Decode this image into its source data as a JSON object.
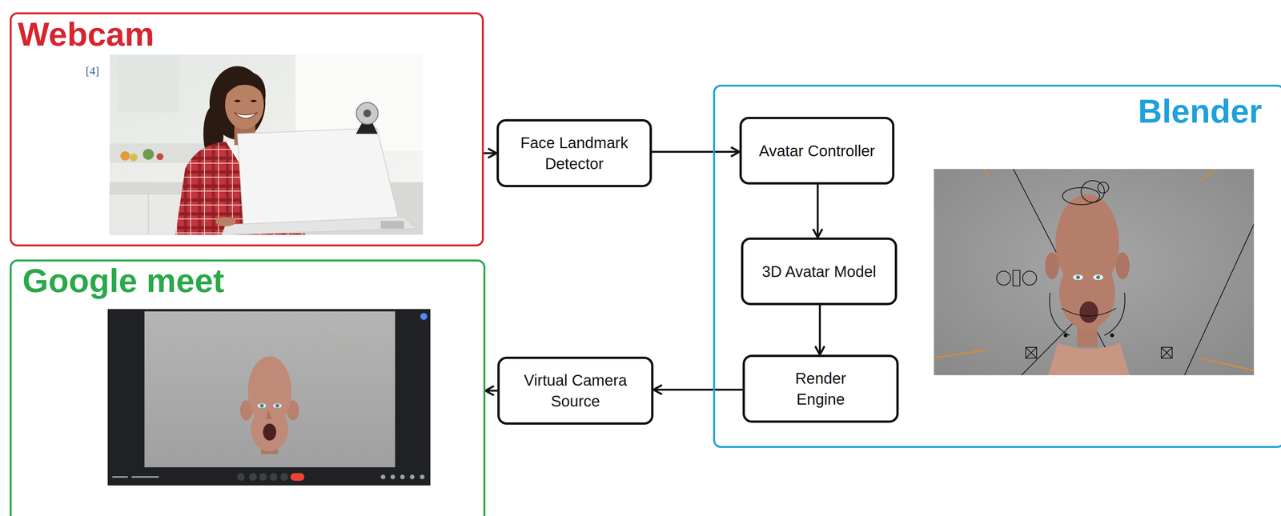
{
  "diagram": {
    "nodes": [
      {
        "text": [
          "Webcam"
        ]
      },
      {
        "text": [
          "Face Landmark Detector"
        ]
      },
      {
        "text": [
          "Blender"
        ]
      },
      {
        "text": [
          "Avatar Controller"
        ],
        "in": 2
      },
      {
        "text": [
          "3D Avatar Model"
        ],
        "in": 2
      },
      {
        "text": [
          "Render Engine"
        ],
        "in": 2
      },
      {
        "text": [
          "Virtual Camera Source"
        ]
      },
      {
        "text": [
          "Google meet"
        ]
      }
    ],
    "edges": [
      {
        "from": 0,
        "to": 1,
        "arrow": "to"
      },
      {
        "from": 1,
        "to": 3,
        "arrow": "to"
      },
      {
        "from": 3,
        "to": 4,
        "arrow": "to"
      },
      {
        "from": 4,
        "to": 5,
        "arrow": "to"
      },
      {
        "from": 5,
        "to": 6,
        "arrow": "to"
      },
      {
        "from": 6,
        "to": 7,
        "arrow": "to"
      }
    ],
    "labels": [
      "[4]"
    ]
  }
}
